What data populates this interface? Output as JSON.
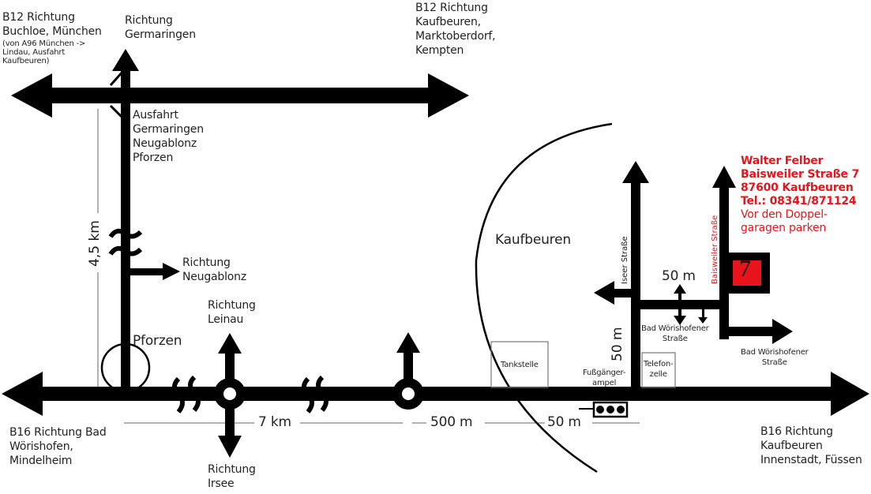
{
  "map": {
    "colors": {
      "road": "#000000",
      "accent": "#e8141b",
      "text": "#222222",
      "box_border": "#555555"
    },
    "labels": {
      "b12_west": "B12 Richtung\nBuchloe, München",
      "b12_west_note": "(von A96 München ->\nLindau, Ausfahrt\nKaufbeuren)",
      "germaringen": "Richtung\nGermaringen",
      "b12_east": "B12 Richtung\nKaufbeuren,\nMarktoberdorf,\nKempten",
      "exit": "Ausfahrt\nGermaringen\nNeugablonz\nPforzen",
      "neugablonz": "Richtung\nNeugablonz",
      "dist_45km": "4,5 km",
      "pforzen": "Pforzen",
      "leinau": "Richtung\nLeinau",
      "irsee": "Richtung\nIrsee",
      "b16_west": "B16 Richtung Bad\nWörishofen,\nMindelheim",
      "dist_7km": "7 km",
      "dist_500m": "500 m",
      "dist_50m_h": "50 m",
      "kaufbeuren": "Kaufbeuren",
      "tankstelle": "Tankstelle",
      "fussgaengerampel": "Fußgänger-\nampel",
      "telefonzelle": "Telefon-\nzelle",
      "dist_50m_v": "50 m",
      "iseer_strasse": "Iseer Straße",
      "dist_50m_top": "50 m",
      "baisweiler_strasse": "Baisweiler Straße",
      "bad_woerishofener_1": "Bad Wörishofener\nStraße",
      "bad_woerishofener_2": "Bad Wörishofener\nStraße",
      "b16_east": "B16 Richtung\nKaufbeuren\nInnenstadt, Füssen",
      "house_number": "7"
    },
    "address": {
      "name": "Walter Felber",
      "street": "Baisweiler Straße 7",
      "city": "87600 Kaufbeuren",
      "phone": "Tel.: 08341/871124",
      "note": "Vor den Doppel-\ngaragen parken"
    }
  }
}
